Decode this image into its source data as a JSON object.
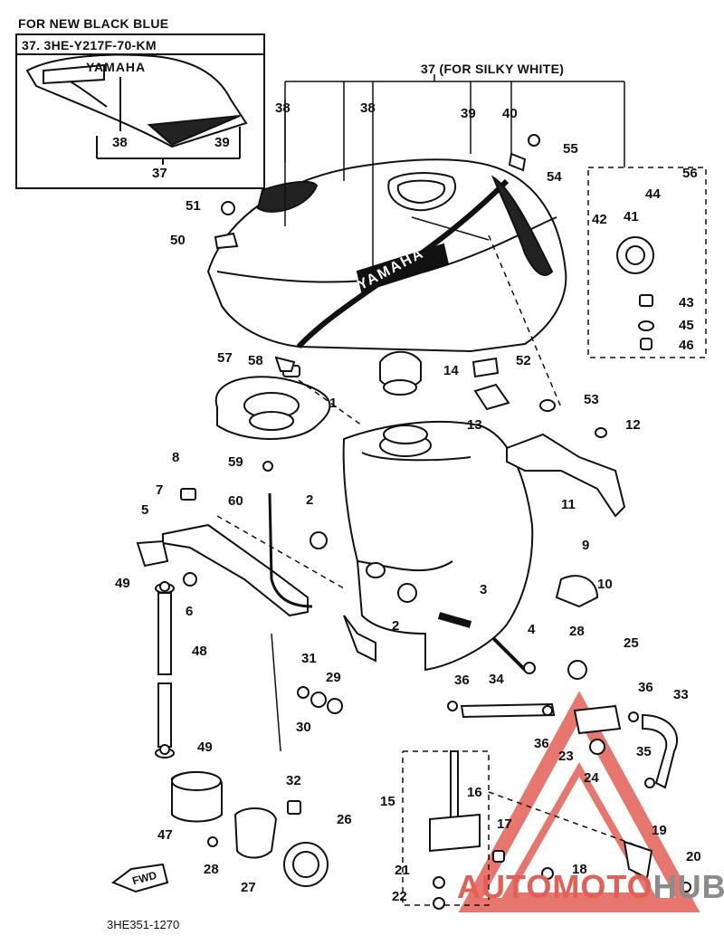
{
  "header": {
    "variant_title": "FOR NEW BLACK BLUE",
    "variant_part": "37. 3HE-Y217F-70-KM",
    "alt_variant": "37 (FOR SILKY WHITE)",
    "fwd_label": "FWD",
    "drawing_code": "3HE351-1270"
  },
  "decals": {
    "inset_logo": "YAMAHA",
    "tank_logo": "YAMAHA"
  },
  "watermark": {
    "part1": "AUTOMOTO",
    "part2": "HUB",
    "color_red": "#e35f55",
    "color_gray": "#8b8b8b"
  },
  "callouts": {
    "c1": "1",
    "c2a": "2",
    "c2b": "2",
    "c3": "3",
    "c4": "4",
    "c5": "5",
    "c6": "6",
    "c7": "7",
    "c8": "8",
    "c9": "9",
    "c10": "10",
    "c11": "11",
    "c12": "12",
    "c13": "13",
    "c14": "14",
    "c15": "15",
    "c16": "16",
    "c17": "17",
    "c18": "18",
    "c19": "19",
    "c20": "20",
    "c21": "21",
    "c22": "22",
    "c23": "23",
    "c24": "24",
    "c25": "25",
    "c26": "26",
    "c27": "27",
    "c28a": "28",
    "c28b": "28",
    "c29": "29",
    "c30": "30",
    "c31": "31",
    "c32": "32",
    "c33": "33",
    "c34": "34",
    "c35": "35",
    "c36a": "36",
    "c36b": "36",
    "c36c": "36",
    "c37a": "37",
    "c38a": "38",
    "c39a": "39",
    "c38b": "38",
    "c38c": "38",
    "c39b": "39",
    "c40": "40",
    "c41": "41",
    "c42": "42",
    "c43": "43",
    "c44": "44",
    "c45": "45",
    "c46": "46",
    "c47": "47",
    "c48": "48",
    "c49a": "49",
    "c49b": "49",
    "c50": "50",
    "c51": "51",
    "c52": "52",
    "c53": "53",
    "c54": "54",
    "c55": "55",
    "c56": "56",
    "c57": "57",
    "c58": "58",
    "c59": "59",
    "c60": "60"
  }
}
